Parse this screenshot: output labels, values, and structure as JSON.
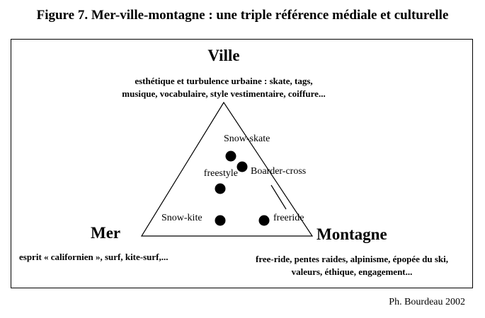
{
  "title": "Figure 7. Mer-ville-montagne : une triple référence médiale et culturelle",
  "poles": {
    "ville": "Ville",
    "mer": "Mer",
    "montagne": "Montagne"
  },
  "descriptions": {
    "ville": [
      "esthétique et turbulence urbaine : skate, tags,",
      "musique, vocabulaire, style vestimentaire, coiffure..."
    ],
    "mer": [
      "esprit « californien », surf, kite-surf,..."
    ],
    "montagne": [
      "free-ride, pentes raides, alpinisme, épopée du ski,",
      "valeurs, éthique, engagement..."
    ]
  },
  "practices": [
    {
      "label": "Snow-skate"
    },
    {
      "label": "Boarder-cross"
    },
    {
      "label": "freestyle"
    },
    {
      "label": "Snow-kite"
    },
    {
      "label": "freeride"
    }
  ],
  "credit": "Ph. Bourdeau 2002"
}
